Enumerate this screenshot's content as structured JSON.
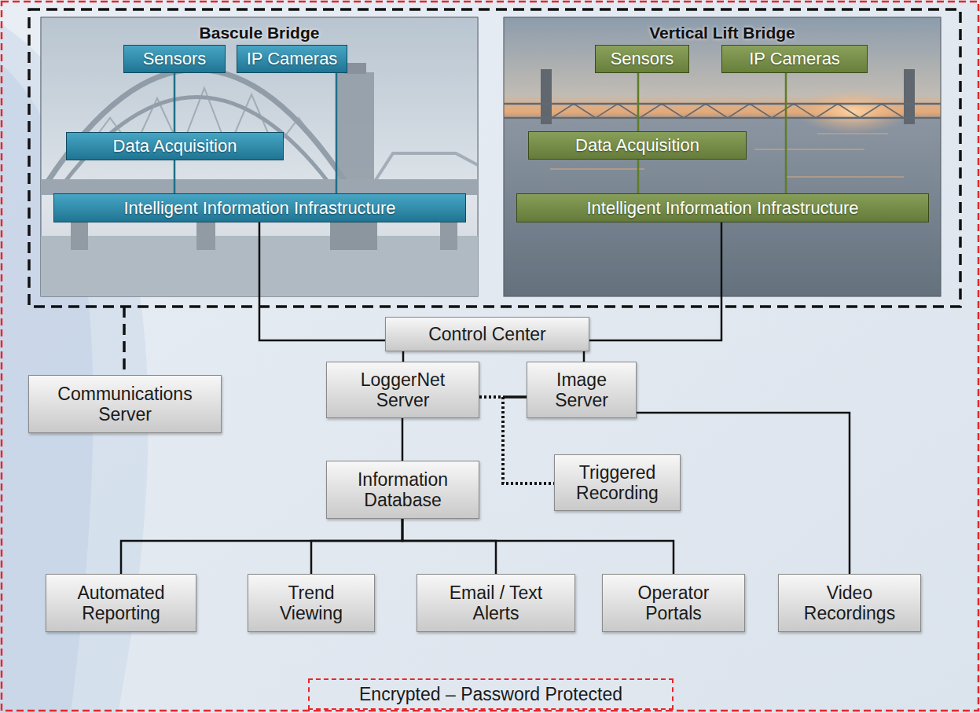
{
  "diagram": {
    "nodes": [
      {
        "text": [
          "Bascule Bridge"
        ]
      },
      {
        "text": [
          "Sensors"
        ],
        "in": 0
      },
      {
        "text": [
          "IP Cameras"
        ],
        "in": 0
      },
      {
        "text": [
          "Data Acquisition"
        ],
        "in": 0
      },
      {
        "text": [
          "Intelligent Information Infrastructure"
        ],
        "in": 0
      },
      {
        "text": [
          "Vertical Lift Bridge"
        ]
      },
      {
        "text": [
          "Sensors"
        ],
        "in": 5
      },
      {
        "text": [
          "IP Cameras"
        ],
        "in": 5
      },
      {
        "text": [
          "Data Acquisition"
        ],
        "in": 5
      },
      {
        "text": [
          "Intelligent Information Infrastructure"
        ],
        "in": 5
      },
      {
        "text": [
          "Control Center"
        ]
      },
      {
        "text": [
          "Communications Server"
        ]
      },
      {
        "text": [
          "LoggerNet Server"
        ]
      },
      {
        "text": [
          "Image Server"
        ]
      },
      {
        "text": [
          "Information Database"
        ]
      },
      {
        "text": [
          "Triggered Recording"
        ]
      },
      {
        "text": [
          "Automated Reporting"
        ]
      },
      {
        "text": [
          "Trend Viewing"
        ]
      },
      {
        "text": [
          "Email / Text Alerts"
        ]
      },
      {
        "text": [
          "Operator Portals"
        ]
      },
      {
        "text": [
          "Video Recordings"
        ]
      },
      {
        "text": [
          "Encrypted – Password Protected"
        ]
      }
    ],
    "edges": [
      {
        "from": 1,
        "to": 3,
        "arrow": "none"
      },
      {
        "from": 3,
        "to": 4,
        "arrow": "none"
      },
      {
        "from": 2,
        "to": 4,
        "arrow": "none"
      },
      {
        "from": 6,
        "to": 8,
        "arrow": "none"
      },
      {
        "from": 8,
        "to": 9,
        "arrow": "none"
      },
      {
        "from": 7,
        "to": 9,
        "arrow": "none"
      },
      {
        "from": 4,
        "to": 10,
        "arrow": "none"
      },
      {
        "from": 9,
        "to": 10,
        "arrow": "none"
      },
      {
        "from": 10,
        "to": 12,
        "arrow": "none"
      },
      {
        "from": 10,
        "to": 13,
        "arrow": "none"
      },
      {
        "from": 12,
        "to": 13,
        "arrow": "none"
      },
      {
        "from": 12,
        "to": 15,
        "arrow": "none"
      },
      {
        "from": 13,
        "to": 15,
        "arrow": "none"
      },
      {
        "from": 12,
        "to": 14,
        "arrow": "none"
      },
      {
        "from": 14,
        "to": 16,
        "arrow": "none"
      },
      {
        "from": 14,
        "to": 17,
        "arrow": "none"
      },
      {
        "from": 14,
        "to": 18,
        "arrow": "none"
      },
      {
        "from": 14,
        "to": 19,
        "arrow": "none"
      },
      {
        "from": 13,
        "to": 20,
        "arrow": "none"
      }
    ]
  }
}
